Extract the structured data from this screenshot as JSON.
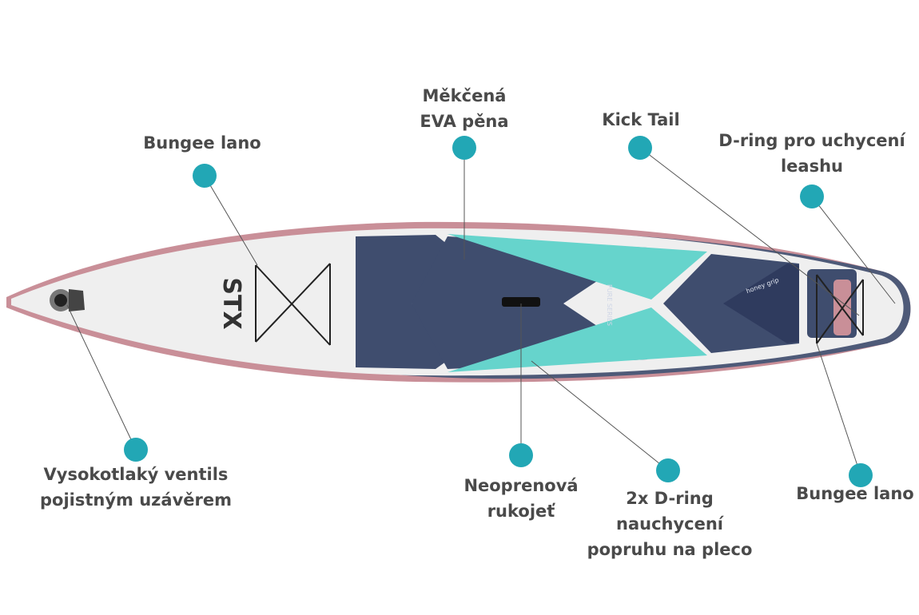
{
  "colors": {
    "accent_dot": "#22a7b5",
    "label_text": "#4a4a4a",
    "deck_navy": "#3f4d6e",
    "deck_teal": "#66d4cc",
    "rail_pink": "#c98f98"
  },
  "board": {
    "brand": "STX",
    "series": "PURE SERIES",
    "pad_brand": "honey grip"
  },
  "callouts": {
    "bungee_front": {
      "lines": [
        "Bungee lano"
      ]
    },
    "eva": {
      "lines": [
        "Měkčená",
        "EVA pěna"
      ]
    },
    "kick_tail": {
      "lines": [
        "Kick Tail"
      ]
    },
    "leash_ring": {
      "lines": [
        "D-ring pro uchycení",
        "leashu"
      ]
    },
    "valve": {
      "lines": [
        "Vysokotlaký ventils",
        "pojistným uzávěrem"
      ]
    },
    "handle": {
      "lines": [
        "Neoprenová",
        "rukojeť"
      ]
    },
    "shoulder_ring": {
      "lines": [
        "2x D-ring",
        "nauchycení",
        "popruhu na pleco"
      ]
    },
    "bungee_rear": {
      "lines": [
        "Bungee lano"
      ]
    }
  }
}
